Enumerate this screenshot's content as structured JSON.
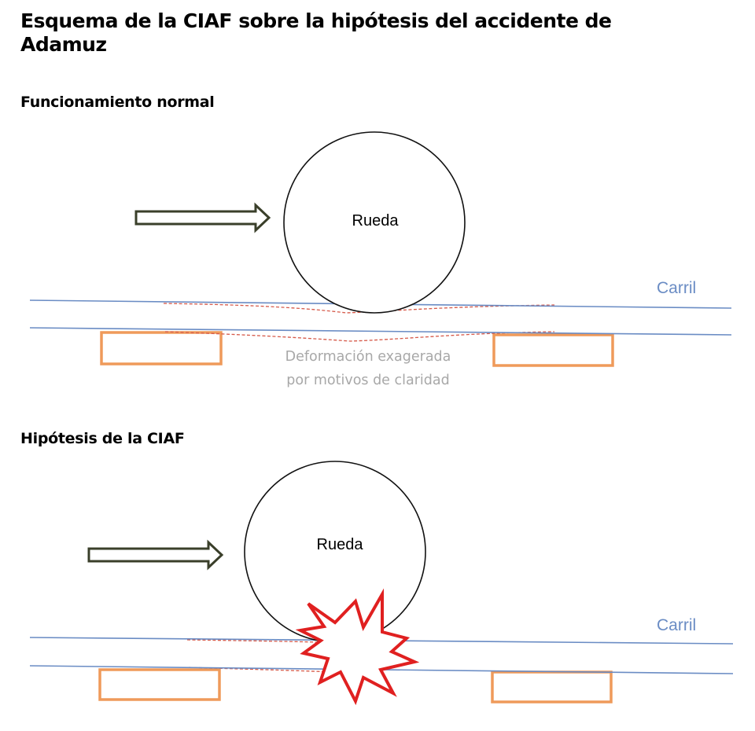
{
  "title": "Esquema de la CIAF sobre la hipótesis del accidente de Adamuz",
  "colors": {
    "rail": "#6a8cc4",
    "sleeper": "#ef9a5a",
    "deformation": "#d65a4a",
    "arrow": "#3a3f2a",
    "impact": "#e02020",
    "note": "#a8a8a8"
  },
  "icons": {
    "arrow": "right-arrow-icon",
    "impact": "impact-starburst-icon"
  },
  "sections": [
    {
      "title": "Funcionamiento normal",
      "wheel_label": "Rueda",
      "rail_label": "Carril",
      "note_line1": "Deformación exagerada",
      "note_line2": "por motivos de claridad"
    },
    {
      "title": "Hipótesis de la CIAF",
      "wheel_label": "Rueda",
      "rail_label": "Carril"
    }
  ]
}
